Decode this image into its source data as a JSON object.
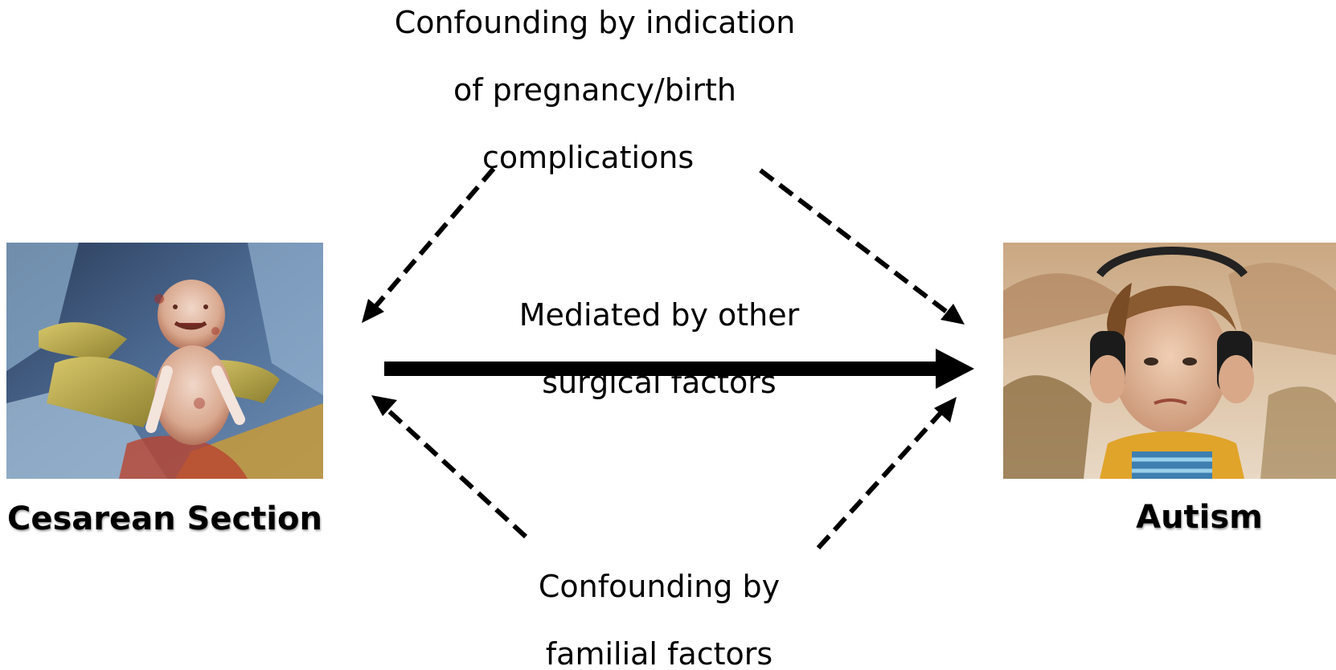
{
  "nodes": {
    "top": {
      "line1": "Confounding by indication",
      "line2": "of pregnancy/birth",
      "line3": "complications"
    },
    "middle": {
      "line1": "Mediated by other",
      "line2": "surgical factors"
    },
    "bottom": {
      "line1": "Confounding by",
      "line2": "familial factors"
    },
    "left_label": "Cesarean Section",
    "right_label": "Autism"
  },
  "images": {
    "left": "newborn-delivery-photo",
    "right": "boy-with-headphones-photo"
  },
  "colors": {
    "arrow": "#000000",
    "background": "#ffffff",
    "text": "#000000"
  }
}
